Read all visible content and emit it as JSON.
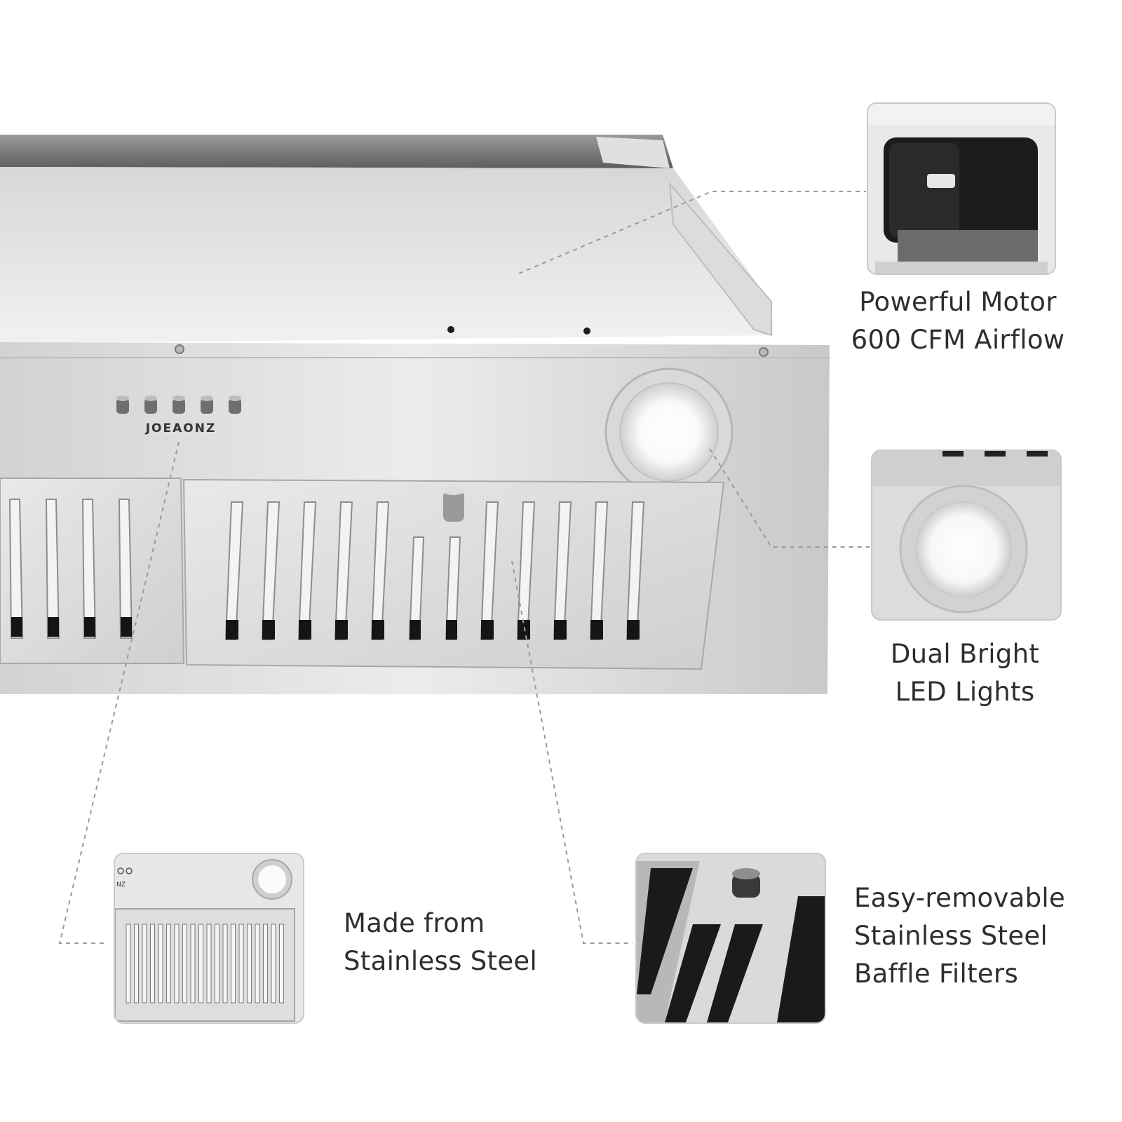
{
  "brand": "JOEAONZ",
  "callouts": {
    "motor": {
      "line1": "Powerful Motor",
      "line2": "600 CFM Airflow",
      "icon": "motor-icon"
    },
    "lights": {
      "line1": "Dual Bright",
      "line2": "LED Lights",
      "icon": "led-light-icon"
    },
    "material": {
      "line1": "Made from",
      "line2": "Stainless Steel",
      "icon": "hood-front-icon"
    },
    "filters": {
      "line1": "Easy-removable",
      "line2": "Stainless Steel",
      "line3": "Baffle Filters",
      "icon": "baffle-filter-icon"
    }
  },
  "thumbnail_brand_fragment": "NZ",
  "colors": {
    "steel_light": "#e8e8e8",
    "steel_mid": "#c4c4c4",
    "steel_dark": "#8a8a8a",
    "text": "#2e2e2e",
    "dash": "#9a9a9a"
  }
}
